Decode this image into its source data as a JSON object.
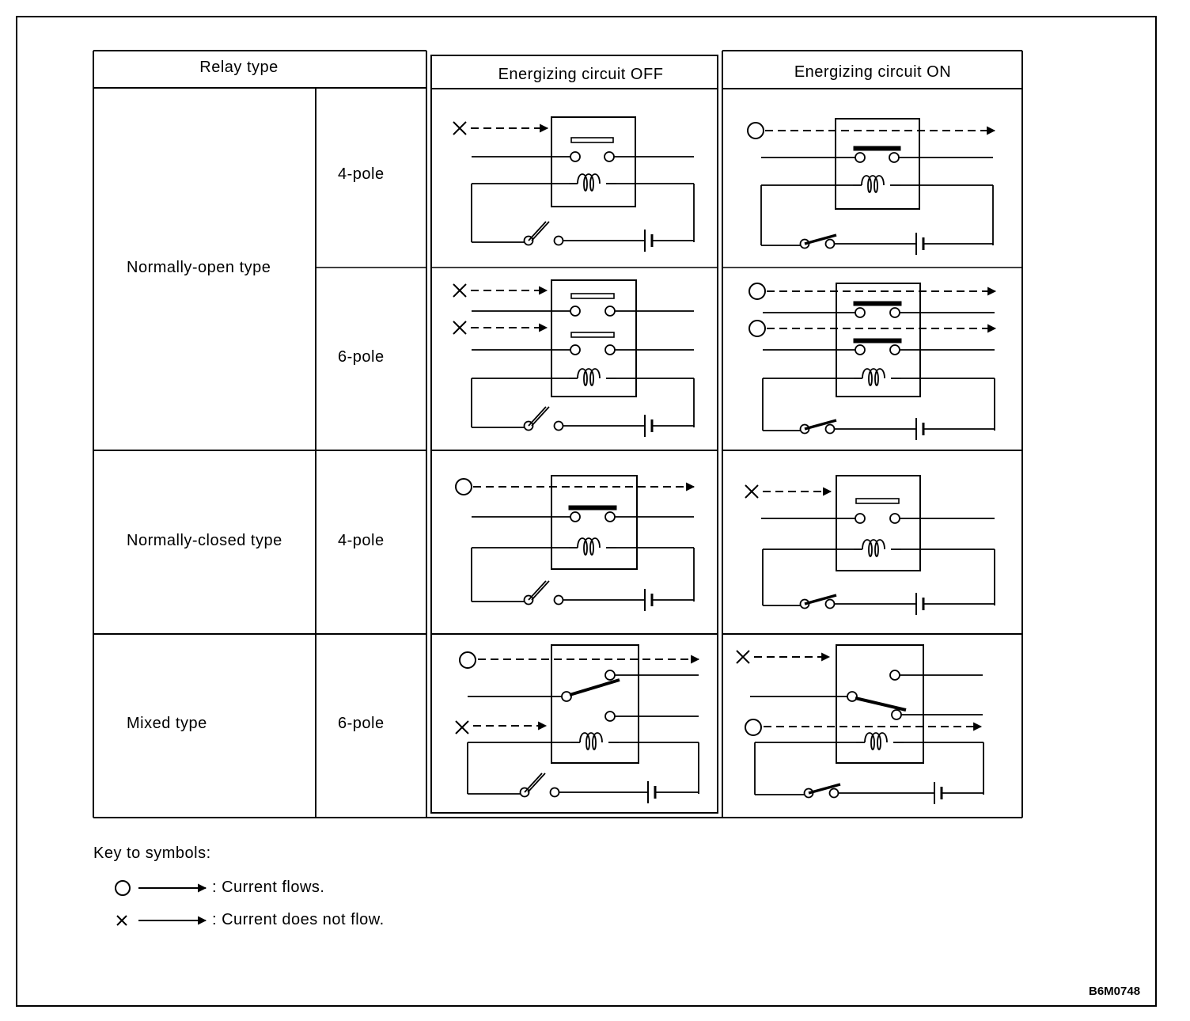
{
  "headers": {
    "relay_type": "Relay type",
    "off": "Energizing circuit OFF",
    "on": "Energizing circuit ON"
  },
  "rows": [
    {
      "type": "Normally-open type",
      "poles": [
        "4-pole",
        "6-pole"
      ]
    },
    {
      "type": "Normally-closed type",
      "poles": [
        "4-pole"
      ]
    },
    {
      "type": "Mixed type",
      "poles": [
        "6-pole"
      ]
    }
  ],
  "key": {
    "title": "Key to symbols:",
    "flows": ": Current flows.",
    "no_flow": ": Current does not flow."
  },
  "diagram_code": "B6M0748",
  "colors": {
    "ink": "#000000",
    "paper": "#ffffff"
  }
}
